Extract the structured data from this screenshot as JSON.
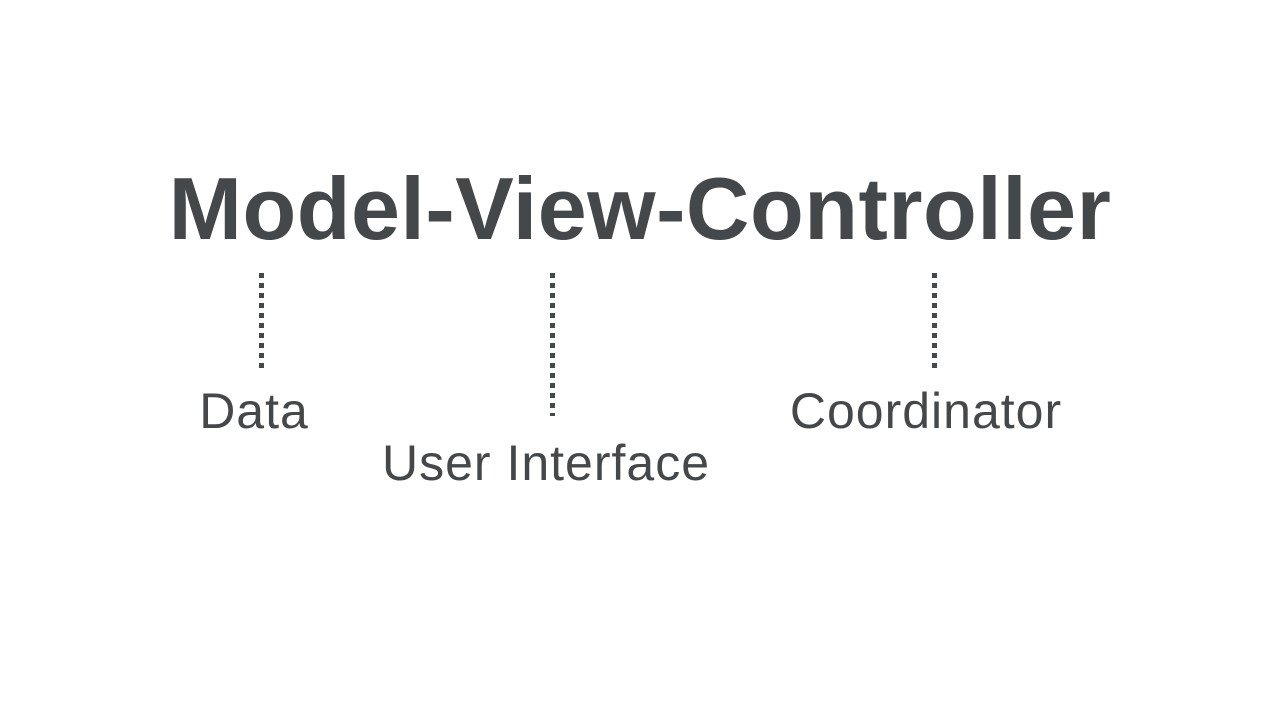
{
  "title": "Model-View-Controller",
  "colors": {
    "text": "#45484b",
    "background": "#ffffff"
  },
  "connectors": [
    {
      "label": "Data"
    },
    {
      "label": "User Interface"
    },
    {
      "label": "Coordinator"
    }
  ]
}
